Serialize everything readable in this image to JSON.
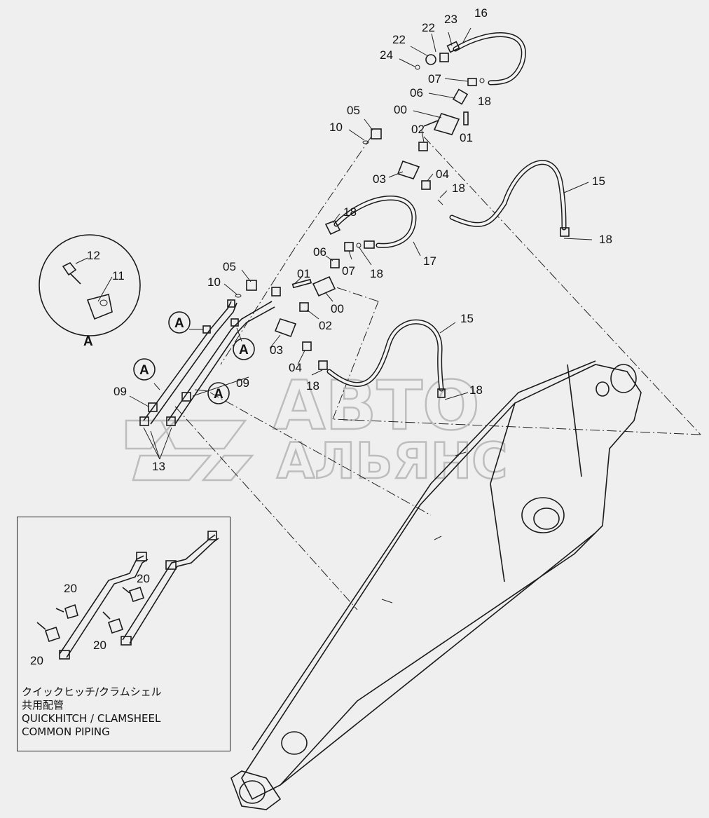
{
  "labels": {
    "p16": "16",
    "p23": "23",
    "p22": "22",
    "p24": "24",
    "p07a": "07",
    "p18a": "18",
    "p06a": "06",
    "p00a": "00",
    "p01a": "01",
    "p05a": "05",
    "p10a": "10",
    "p02a": "02",
    "p03a": "03",
    "p04a": "04",
    "p18b": "18",
    "p15a": "15",
    "p18c": "18",
    "p18d": "18",
    "p17": "17",
    "p06b": "06",
    "p07b": "07",
    "p18e": "18",
    "p05b": "05",
    "p01b": "01",
    "p10b": "10",
    "p00b": "00",
    "p02b": "02",
    "p15b": "15",
    "p03b": "03",
    "p04b": "04",
    "p18f": "18",
    "p18g": "18",
    "p09a": "09",
    "p09b": "09",
    "p13": "13",
    "p12": "12",
    "p11": "11",
    "p20a": "20",
    "p20b": "20",
    "p20c": "20",
    "p20d": "20"
  },
  "callouts": {
    "A1": "A",
    "A2": "A",
    "A3": "A",
    "A4": "A",
    "detail": "A"
  },
  "inset_caption": {
    "line1": "クイックヒッチ/クラムシェル",
    "line2": "共用配管",
    "line3": "QUICKHITCH / CLAMSHEEL",
    "line4": "COMMON  PIPING"
  },
  "watermark": {
    "line1": "АВТО",
    "line2": "АЛЬЯНС"
  }
}
